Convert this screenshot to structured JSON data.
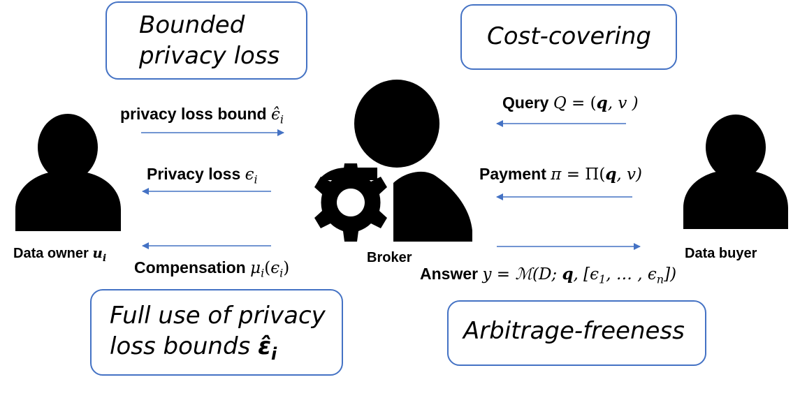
{
  "colors": {
    "border": "#4472c4",
    "arrow": "#4472c4",
    "figure": "#000000"
  },
  "boxes": {
    "bounded": {
      "line1": "Bounded",
      "line2": "privacy loss"
    },
    "cost": {
      "text": "Cost-covering"
    },
    "fulluse": {
      "line1": "Full use of privacy",
      "line2_prefix": "loss bounds ",
      "line2_sym": "ε̂",
      "line2_sub": "i"
    },
    "arbitrage": {
      "text": "Arbitrage-freeness"
    }
  },
  "labels": {
    "bound": {
      "text": "privacy loss bound ",
      "sym": "ϵ̂",
      "sub": "i"
    },
    "privacy_loss": {
      "text": "Privacy loss ",
      "sym": "ϵ",
      "sub": "i"
    },
    "compensation": {
      "text": "Compensation ",
      "sym": "μ",
      "sub": "i",
      "arg_open": "(",
      "arg_sym": "ϵ",
      "arg_sub": "i",
      "arg_close": ")"
    },
    "query": {
      "text": "Query ",
      "expr1": "Q",
      "expr2": " = (",
      "expr3": "q",
      "expr4": ", v )"
    },
    "payment": {
      "text": "Payment ",
      "expr1": "π",
      "expr2": " = Π(",
      "expr3": "q",
      "expr4": ", v)"
    },
    "answer": {
      "text": "Answer ",
      "expr1": "y",
      "expr2": " = ℳ(D; ",
      "expr3": "q",
      "expr4": ", [ϵ",
      "sub1": "1",
      "expr5": ", … , ϵ",
      "subn": "n",
      "expr6": "])"
    }
  },
  "actors": {
    "owner": {
      "label": "Data owner ",
      "sym": "u",
      "sub": "i",
      "icon": "person-icon"
    },
    "broker": {
      "label": "Broker",
      "icon": "person-gear-icon"
    },
    "buyer": {
      "label": "Data buyer",
      "icon": "person-icon"
    }
  }
}
